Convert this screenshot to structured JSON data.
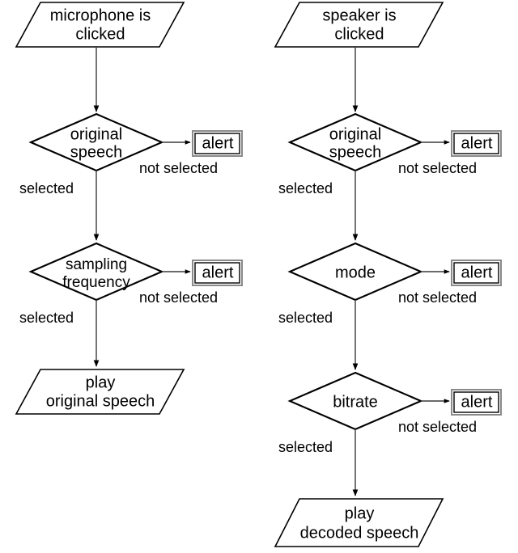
{
  "diagram": {
    "title": "speech application flowchart",
    "type": "flowchart",
    "background_color": "#ffffff",
    "line_color": "#000000",
    "alert_border_color": "#8a8a8a"
  },
  "columns": [
    {
      "id": "microphone-branch",
      "start": {
        "label_line1": "microphone is",
        "label_line2": "clicked"
      },
      "decisions": [
        {
          "id": "original-speech",
          "label_line1": "original",
          "label_line2": "speech",
          "yes_label": "selected",
          "no_label": "not selected",
          "no_target": "alert"
        },
        {
          "id": "sampling-frequency",
          "label_line1": "sampling",
          "label_line2": "frequency",
          "yes_label": "selected",
          "no_label": "not selected",
          "no_target": "alert"
        }
      ],
      "end": {
        "label_line1": "play",
        "label_line2": "original speech"
      }
    },
    {
      "id": "speaker-branch",
      "start": {
        "label_line1": "speaker is",
        "label_line2": "clicked"
      },
      "decisions": [
        {
          "id": "original-speech",
          "label_line1": "original",
          "label_line2": "speech",
          "yes_label": "selected",
          "no_label": "not selected",
          "no_target": "alert"
        },
        {
          "id": "mode",
          "label_line1": "mode",
          "label_line2": "",
          "yes_label": "selected",
          "no_label": "not selected",
          "no_target": "alert"
        },
        {
          "id": "bitrate",
          "label_line1": "bitrate",
          "label_line2": "",
          "yes_label": "selected",
          "no_label": "not selected",
          "no_target": "alert"
        }
      ],
      "end": {
        "label_line1": "play",
        "label_line2": "decoded speech"
      }
    }
  ],
  "alerts": {
    "label": "alert",
    "count": 5
  },
  "labels": {
    "selected": "selected",
    "not_selected": "not selected"
  }
}
